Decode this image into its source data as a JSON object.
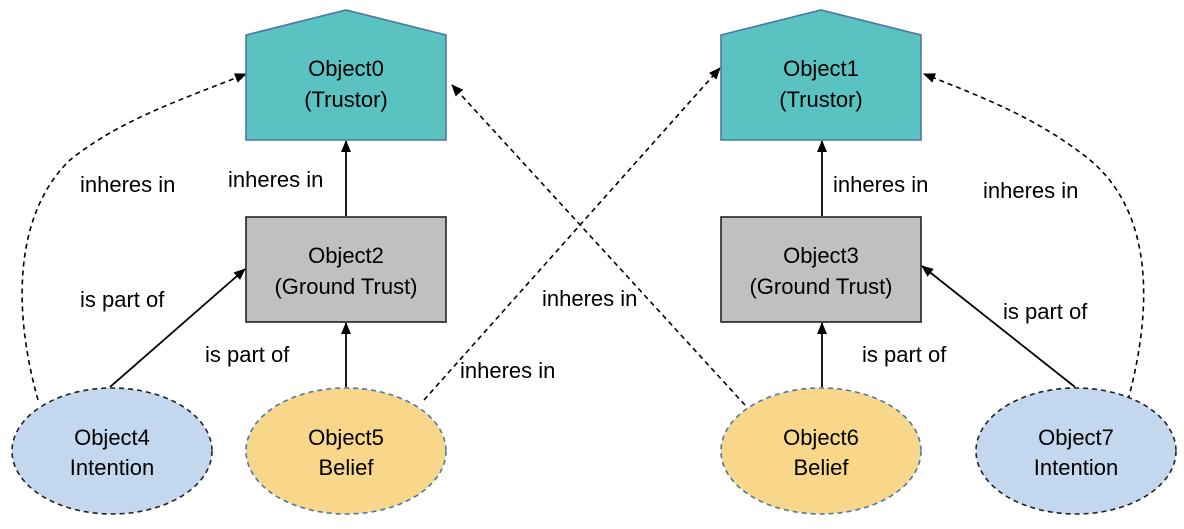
{
  "colors": {
    "trustor_fill": "#5bc2c2",
    "trustor_stroke": "#4a79a3",
    "ground_fill": "#c0c0c0",
    "ground_stroke": "#222222",
    "belief_fill": "#f8d68a",
    "belief_stroke": "#4a79a3",
    "intention_fill": "#c3d7ee",
    "intention_stroke": "#222222"
  },
  "nodes": {
    "object0": {
      "name": "Object0",
      "role": "(Trustor)"
    },
    "object1": {
      "name": "Object1",
      "role": "(Trustor)"
    },
    "object2": {
      "name": "Object2",
      "role": "(Ground Trust)"
    },
    "object3": {
      "name": "Object3",
      "role": "(Ground Trust)"
    },
    "object4": {
      "name": "Object4",
      "role": "Intention"
    },
    "object5": {
      "name": "Object5",
      "role": "Belief"
    },
    "object6": {
      "name": "Object6",
      "role": "Belief"
    },
    "object7": {
      "name": "Object7",
      "role": "Intention"
    }
  },
  "edges": {
    "o4_o0": "inheres in",
    "o2_o0": "inheres in",
    "o4_o2": "is part of",
    "o5_o2": "is part of",
    "o6_o0": "inheres in",
    "o5_o1": "inheres in",
    "o3_o1": "inheres in",
    "o7_o1": "inheres in",
    "o7_o3": "is part of",
    "o6_o3": "is part of"
  }
}
